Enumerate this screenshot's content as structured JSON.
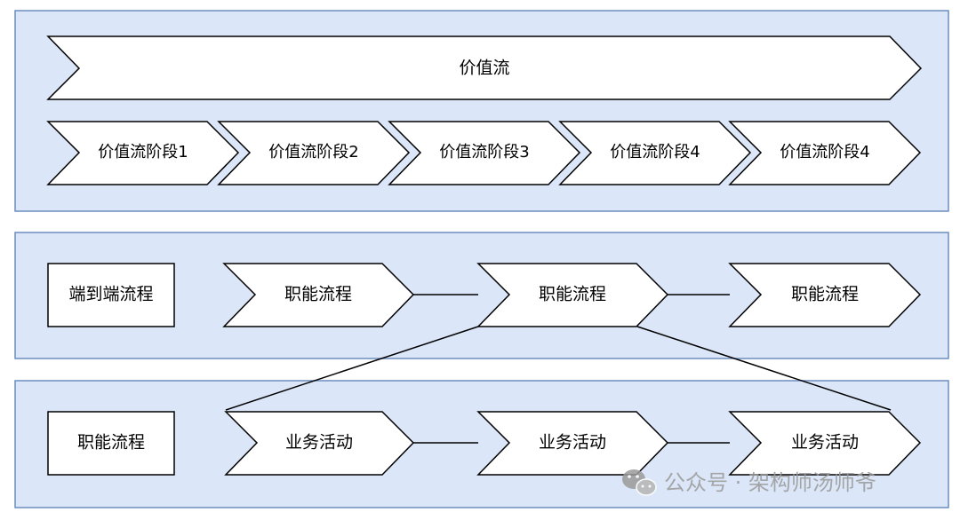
{
  "value_stream": {
    "title": "价值流",
    "stages": [
      "价值流阶段1",
      "价值流阶段2",
      "价值流阶段3",
      "价值流阶段4",
      "价值流阶段4"
    ]
  },
  "end_to_end": {
    "label": "端到端流程",
    "steps": [
      "职能流程",
      "职能流程",
      "职能流程"
    ]
  },
  "functional": {
    "label": "职能流程",
    "steps": [
      "业务活动",
      "业务活动",
      "业务活动"
    ]
  },
  "watermark": {
    "text": "公众号 · 架构师汤师爷",
    "icon": "wechat-icon"
  }
}
